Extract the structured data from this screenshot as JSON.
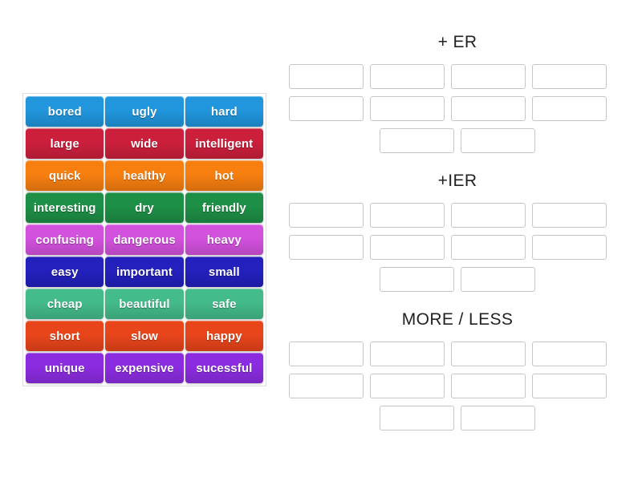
{
  "activity": {
    "type": "group-sort",
    "word_bank": {
      "columns": 3,
      "rows": [
        {
          "color": "#2196dd",
          "words": [
            "bored",
            "ugly",
            "hard"
          ]
        },
        {
          "color": "#cc1f3c",
          "words": [
            "large",
            "wide",
            "intelligent"
          ]
        },
        {
          "color": "#f77f10",
          "words": [
            "quick",
            "healthy",
            "hot"
          ]
        },
        {
          "color": "#1e8f46",
          "words": [
            "interesting",
            "dry",
            "friendly"
          ]
        },
        {
          "color": "#d251dd",
          "words": [
            "confusing",
            "dangerous",
            "heavy"
          ]
        },
        {
          "color": "#2320bd",
          "words": [
            "easy",
            "important",
            "small"
          ]
        },
        {
          "color": "#44bb8a",
          "words": [
            "cheap",
            "beautiful",
            "safe"
          ]
        },
        {
          "color": "#e8451b",
          "words": [
            "short",
            "slow",
            "happy"
          ]
        },
        {
          "color": "#8b2ce0",
          "words": [
            "unique",
            "expensive",
            "sucessful"
          ]
        }
      ]
    },
    "groups": [
      {
        "title": "+ ER",
        "slot_rows": [
          {
            "centered": false,
            "slots": [
              "",
              "",
              "",
              ""
            ]
          },
          {
            "centered": false,
            "slots": [
              "",
              "",
              "",
              ""
            ]
          },
          {
            "centered": true,
            "slots": [
              "",
              ""
            ]
          }
        ]
      },
      {
        "title": "+IER",
        "slot_rows": [
          {
            "centered": false,
            "slots": [
              "",
              "",
              "",
              ""
            ]
          },
          {
            "centered": false,
            "slots": [
              "",
              "",
              "",
              ""
            ]
          },
          {
            "centered": true,
            "slots": [
              "",
              ""
            ]
          }
        ]
      },
      {
        "title": "MORE / LESS",
        "slot_rows": [
          {
            "centered": false,
            "slots": [
              "",
              "",
              "",
              ""
            ]
          },
          {
            "centered": false,
            "slots": [
              "",
              "",
              "",
              ""
            ]
          },
          {
            "centered": true,
            "slots": [
              "",
              ""
            ]
          }
        ]
      }
    ]
  }
}
